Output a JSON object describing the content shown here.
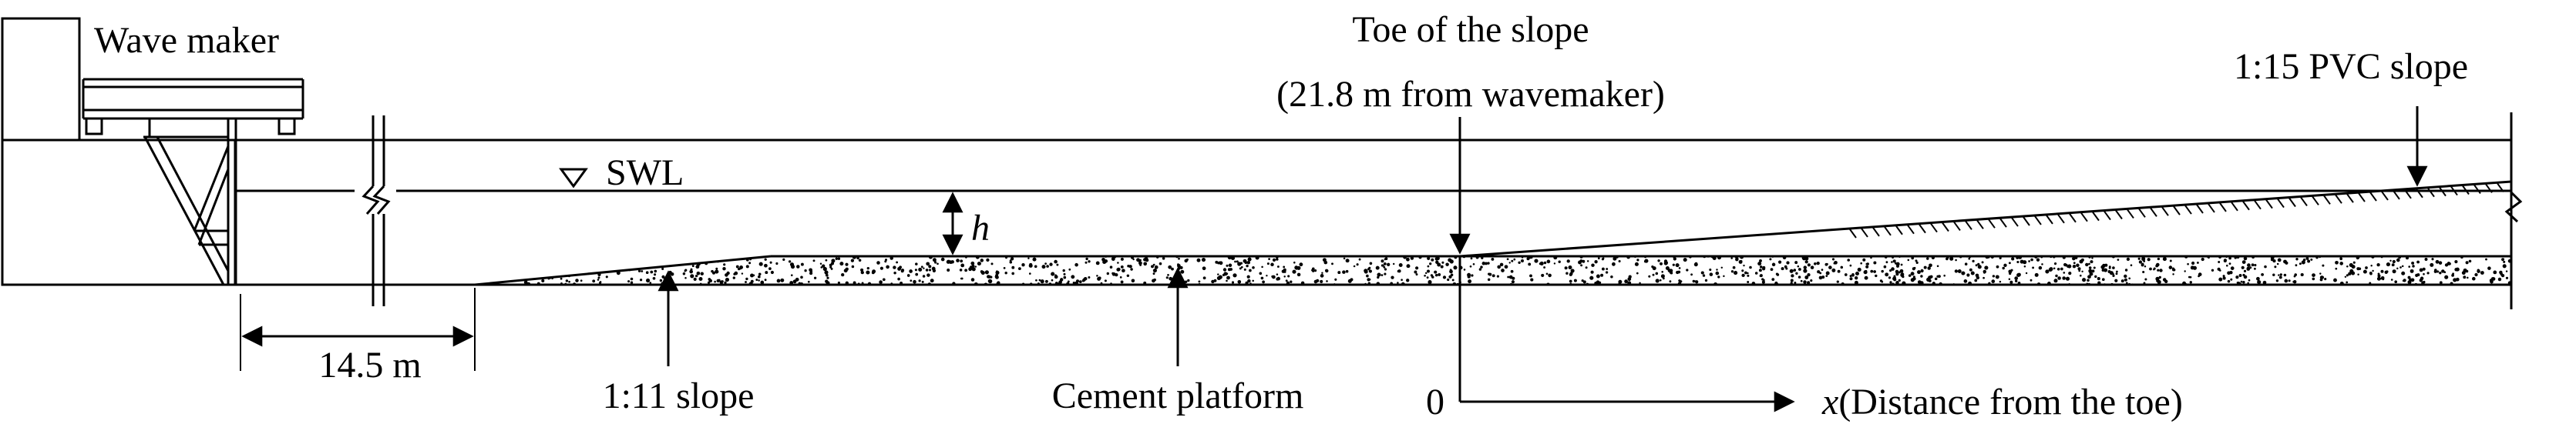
{
  "labels": {
    "wave_maker": "Wave maker",
    "toe_line1": "Toe of the slope",
    "toe_line2": "(21.8 m from wavemaker)",
    "pvc_slope": "1:15 PVC slope",
    "swl": "SWL",
    "depth": "h",
    "distance": "14.5 m",
    "slope_11": "1:11 slope",
    "cement": "Cement platform",
    "origin": "0",
    "x_var": "x",
    "x_desc": "(Distance from the toe)"
  },
  "colors": {
    "ink": "#000000",
    "background": "#ffffff"
  }
}
